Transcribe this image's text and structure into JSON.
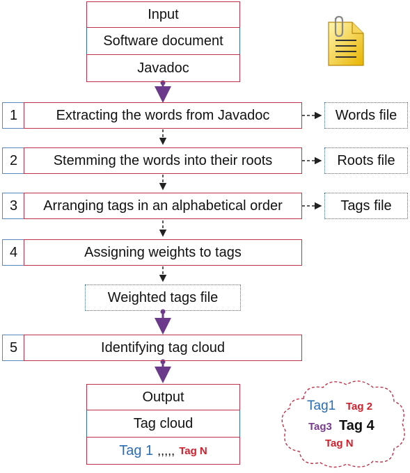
{
  "input_block": {
    "header": "Input",
    "doc": "Software document",
    "type": "Javadoc"
  },
  "steps": [
    {
      "num": "1",
      "label": "Extracting the words from Javadoc",
      "output": "Words file"
    },
    {
      "num": "2",
      "label": "Stemming the words into their roots",
      "output": "Roots file"
    },
    {
      "num": "3",
      "label": "Arranging tags in an alphabetical order",
      "output": "Tags file"
    },
    {
      "num": "4",
      "label": "Assigning weights to tags"
    },
    {
      "num": "5",
      "label": "Identifying tag cloud"
    }
  ],
  "weighted_file": "Weighted tags file",
  "output_block": {
    "header": "Output",
    "value": "Tag cloud",
    "tag_first": "Tag 1",
    "separator": ",,,,,",
    "tag_last": "Tag N"
  },
  "cloud": {
    "tag1": "Tag1",
    "tag2": "Tag 2",
    "tag3": "Tag3",
    "tag4": "Tag 4",
    "tagn": "Tag N"
  },
  "colors": {
    "red_border": "#c0314a",
    "blue_border": "#2f6ca8",
    "purple_arrow": "#6b3a8a",
    "tag_blue": "#2a6db5",
    "tag_red": "#d01f2b",
    "tag_purple": "#7a3c8f"
  },
  "icons": [
    "document-icon",
    "paperclip-icon"
  ]
}
